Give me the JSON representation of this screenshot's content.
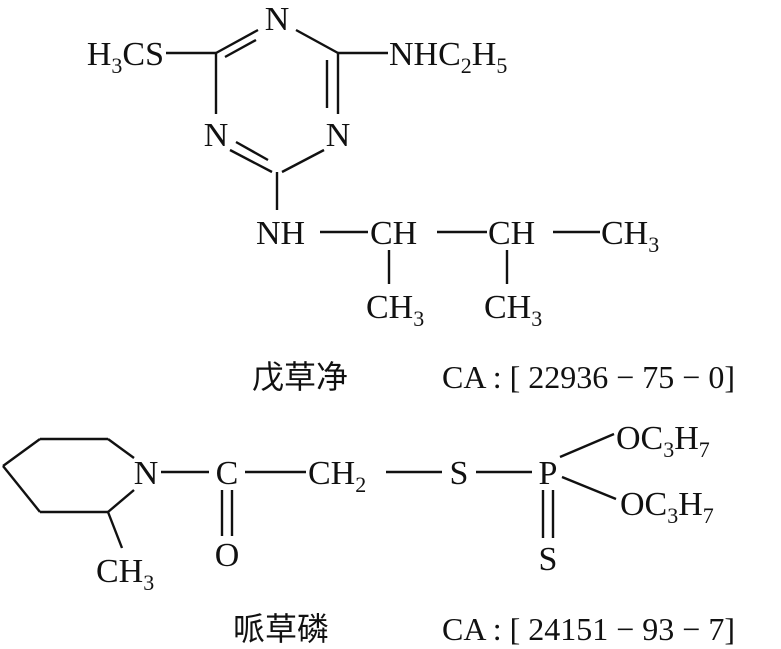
{
  "compound1": {
    "ring_n_top": "N",
    "ring_n_left": "N",
    "ring_n_right": "N",
    "methylthio": {
      "h": "H",
      "n": "3",
      "cs": "CS"
    },
    "ethylamino": {
      "nhc": "NHC",
      "n2": "2",
      "h": "H",
      "n5": "5"
    },
    "amine_nh": "NH",
    "ch_a": "CH",
    "ch_b": "CH",
    "methyl_end": {
      "ch": "CH",
      "n": "3"
    },
    "methyl_a": {
      "ch": "CH",
      "n": "3"
    },
    "methyl_b": {
      "ch": "CH",
      "n": "3"
    },
    "name": "戊草净",
    "cas": "CA : [ 22936 − 75 − 0]"
  },
  "compound2": {
    "ring_n": "N",
    "ring_methyl": {
      "ch": "CH",
      "n": "3"
    },
    "carbonyl_c": "C",
    "carbonyl_o": "O",
    "methylene": {
      "ch": "CH",
      "n": "2"
    },
    "thio_s": "S",
    "phosphorus": "P",
    "thiono_s": "S",
    "propoxy_1": {
      "oc": "OC",
      "n3": "3",
      "h": "H",
      "n7": "7"
    },
    "propoxy_2": {
      "oc": "OC",
      "n3": "3",
      "h": "H",
      "n7": "7"
    },
    "name": "哌草磷",
    "cas": "CA : [ 24151 − 93 − 7]"
  }
}
